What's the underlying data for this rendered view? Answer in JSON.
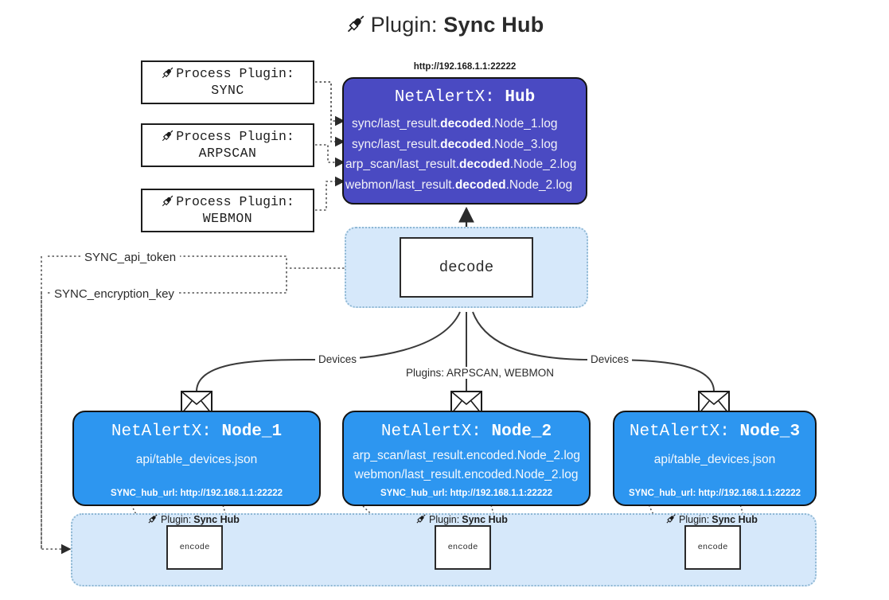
{
  "title": {
    "icon": "plug-icon",
    "prefix": "Plugin:",
    "name": "Sync Hub"
  },
  "process_plugins": [
    {
      "icon": "plug-icon",
      "line1": "Process Plugin:",
      "line2": "SYNC"
    },
    {
      "icon": "plug-icon",
      "line1": "Process Plugin:",
      "line2": "ARPSCAN"
    },
    {
      "icon": "plug-icon",
      "line1": "Process Plugin:",
      "line2": "WEBMON"
    }
  ],
  "hub": {
    "url": "http://192.168.1.1:22222",
    "label_prefix": "NetAlertX:",
    "label_name": "Hub",
    "logs": [
      {
        "pre": "sync/last_result.",
        "bold": "decoded",
        "post": ".Node_1.log"
      },
      {
        "pre": "sync/last_result.",
        "bold": "decoded",
        "post": ".Node_3.log"
      },
      {
        "pre": "arp_scan/last_result.",
        "bold": "decoded",
        "post": ".Node_2.log"
      },
      {
        "pre": "webmon/last_result.",
        "bold": "decoded",
        "post": ".Node_2.log"
      }
    ]
  },
  "decode": {
    "label": "decode"
  },
  "secrets": [
    {
      "label": "SYNC_api_token"
    },
    {
      "label": "SYNC_encryption_key"
    }
  ],
  "edge_labels": {
    "devices_left": "Devices",
    "devices_right": "Devices",
    "plugins_center": "Plugins: ARPSCAN, WEBMON"
  },
  "nodes": [
    {
      "label_prefix": "NetAlertX:",
      "label_name": "Node_1",
      "icon": "envelope-icon",
      "lines": [
        "api/table_devices.json"
      ],
      "url_key": "SYNC_hub_url:",
      "url_value": "http://192.168.1.1:22222"
    },
    {
      "label_prefix": "NetAlertX:",
      "label_name": "Node_2",
      "icon": "envelope-icon",
      "lines": [
        "arp_scan/last_result.encoded.Node_2.log",
        "webmon/last_result.encoded.Node_2.log"
      ],
      "url_key": "SYNC_hub_url:",
      "url_value": "http://192.168.1.1:22222"
    },
    {
      "label_prefix": "NetAlertX:",
      "label_name": "Node_3",
      "icon": "envelope-icon",
      "lines": [
        "api/table_devices.json"
      ],
      "url_key": "SYNC_hub_url:",
      "url_value": "http://192.168.1.1:22222"
    }
  ],
  "encoders": [
    {
      "caption_prefix": "Plugin:",
      "caption_name": "Sync Hub",
      "label": "encode",
      "icon": "plug-icon"
    },
    {
      "caption_prefix": "Plugin:",
      "caption_name": "Sync Hub",
      "label": "encode",
      "icon": "plug-icon"
    },
    {
      "caption_prefix": "Plugin:",
      "caption_name": "Sync Hub",
      "label": "encode",
      "icon": "plug-icon"
    }
  ],
  "colors": {
    "hub_fill": "#4a4ac2",
    "node_fill": "#2d96f0",
    "container_fill": "#d6e8fa",
    "container_border": "#8fb8d4",
    "stroke": "#2b2b2b"
  }
}
